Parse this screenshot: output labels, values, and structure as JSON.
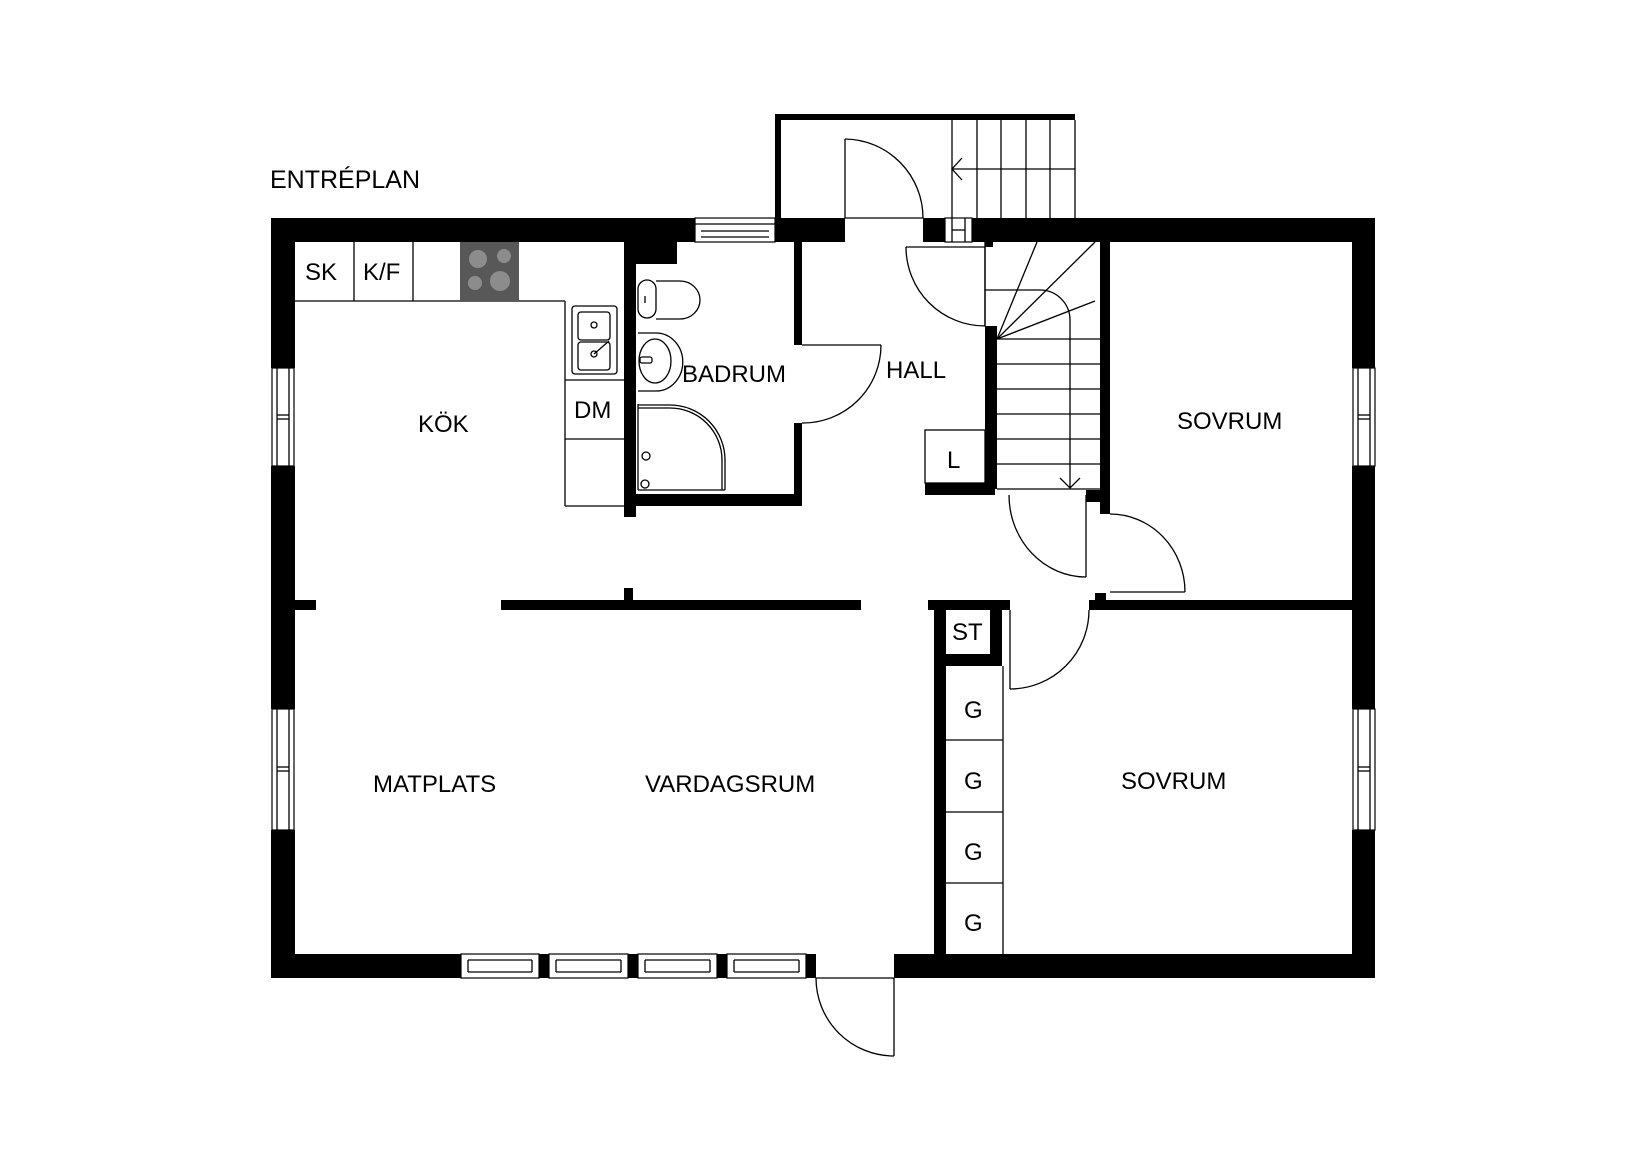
{
  "title": "ENTRÉPLAN",
  "rooms": {
    "kok": "KÖK",
    "badrum": "BADRUM",
    "hall": "HALL",
    "sovrum_upper": "SOVRUM",
    "sovrum_lower": "SOVRUM",
    "matplats": "MATPLATS",
    "vardagsrum": "VARDAGSRUM"
  },
  "fixtures": {
    "sk": "SK",
    "kf": "K/F",
    "dm": "DM",
    "l": "L",
    "st": "ST",
    "g": [
      "G",
      "G",
      "G",
      "G"
    ]
  },
  "colors": {
    "wall": "#000000",
    "background": "#ffffff",
    "stove": "#585858",
    "burner": "#8c8c8c"
  }
}
